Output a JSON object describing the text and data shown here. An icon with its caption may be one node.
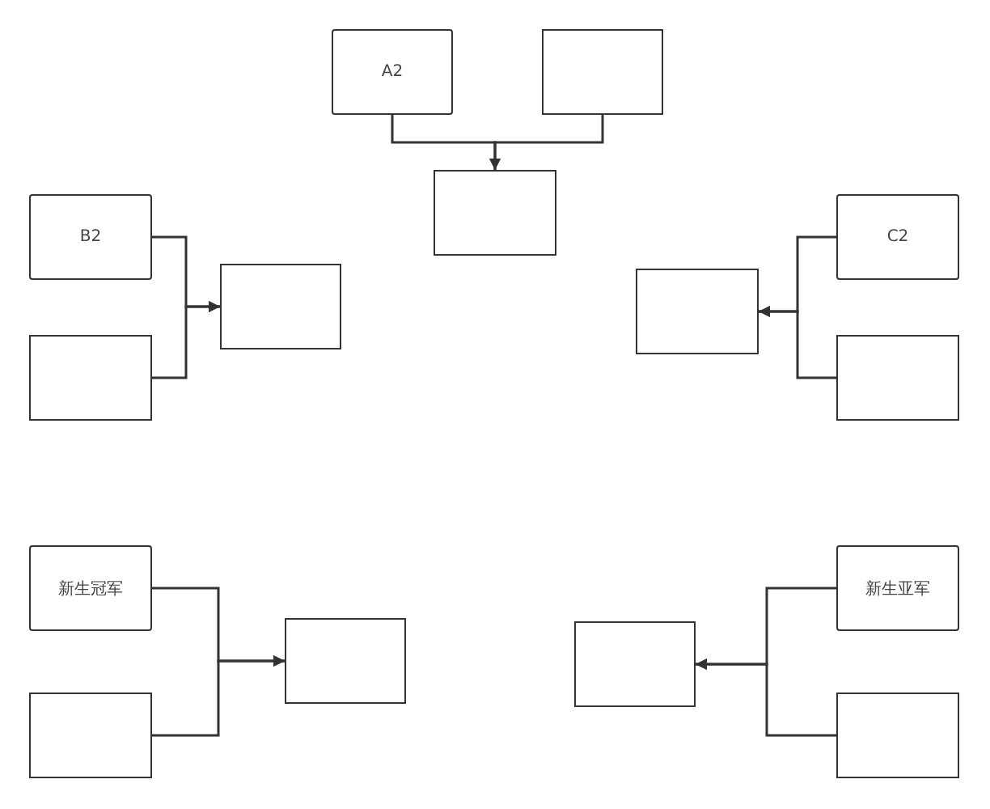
{
  "diagram": {
    "nodes": [
      {
        "text": [
          "A2"
        ]
      },
      {
        "text": [],
        "shape": "box"
      },
      {
        "text": [],
        "shape": "box"
      },
      {
        "text": [
          "B2"
        ]
      },
      {
        "text": [],
        "shape": "box"
      },
      {
        "text": [],
        "shape": "box"
      },
      {
        "text": [
          "C2"
        ]
      },
      {
        "text": [],
        "shape": "box"
      },
      {
        "text": [],
        "shape": "box"
      },
      {
        "text": [
          "新生冠军"
        ]
      },
      {
        "text": [],
        "shape": "box"
      },
      {
        "text": [],
        "shape": "box"
      },
      {
        "text": [
          "新生亚军"
        ]
      },
      {
        "text": [],
        "shape": "box"
      },
      {
        "text": [],
        "shape": "box"
      }
    ],
    "edges": [
      {
        "from": 0,
        "to": 2,
        "arrow": "to"
      },
      {
        "from": 1,
        "to": 2,
        "arrow": "to"
      },
      {
        "from": 3,
        "to": 5,
        "arrow": "to"
      },
      {
        "from": 4,
        "to": 5,
        "arrow": "to"
      },
      {
        "from": 6,
        "to": 8,
        "arrow": "to"
      },
      {
        "from": 7,
        "to": 8,
        "arrow": "to"
      },
      {
        "from": 9,
        "to": 11,
        "arrow": "to"
      },
      {
        "from": 10,
        "to": 11,
        "arrow": "to"
      },
      {
        "from": 12,
        "to": 14,
        "arrow": "to"
      },
      {
        "from": 13,
        "to": 14,
        "arrow": "to"
      }
    ]
  }
}
